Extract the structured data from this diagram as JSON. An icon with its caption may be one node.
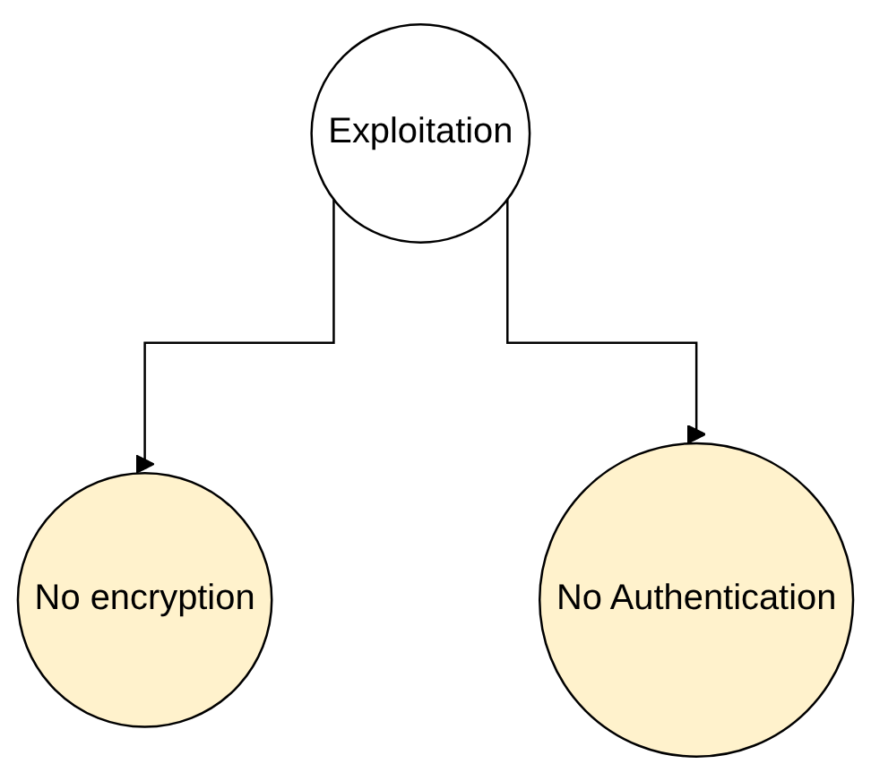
{
  "diagram": {
    "nodes": [
      {
        "text": [
          "Exploitation"
        ]
      },
      {
        "text": [
          "No encryption"
        ]
      },
      {
        "text": [
          "No Authentication"
        ]
      }
    ],
    "edges": [
      {
        "from": 0,
        "to": 1,
        "arrow": "to"
      },
      {
        "from": 0,
        "to": 2,
        "arrow": "to"
      }
    ]
  }
}
